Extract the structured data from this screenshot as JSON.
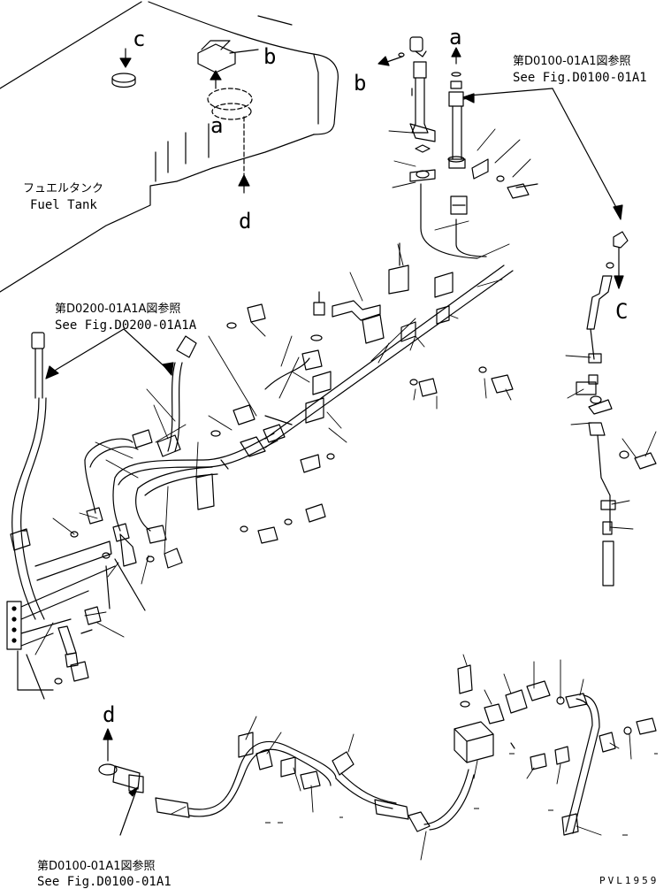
{
  "fuel_tank": {
    "jp": "フュエルタンク",
    "en": "Fuel Tank"
  },
  "ref_top_right": {
    "jp": "第D0100-01A1図参照",
    "en": "See Fig.D0100-01A1"
  },
  "ref_left": {
    "jp": "第D0200-01A1A図参照",
    "en": "See Fig.D0200-01A1A"
  },
  "ref_bottom": {
    "jp": "第D0100-01A1図参照",
    "en": "See Fig.D0100-01A1"
  },
  "letters": {
    "c_tank": "c",
    "b_tank": "b",
    "a_tank": "a",
    "d_tank": "d",
    "a_top": "a",
    "b_top": "b",
    "c_right": "C",
    "d_bottom": "d"
  },
  "drawing_code": "PVL1959"
}
